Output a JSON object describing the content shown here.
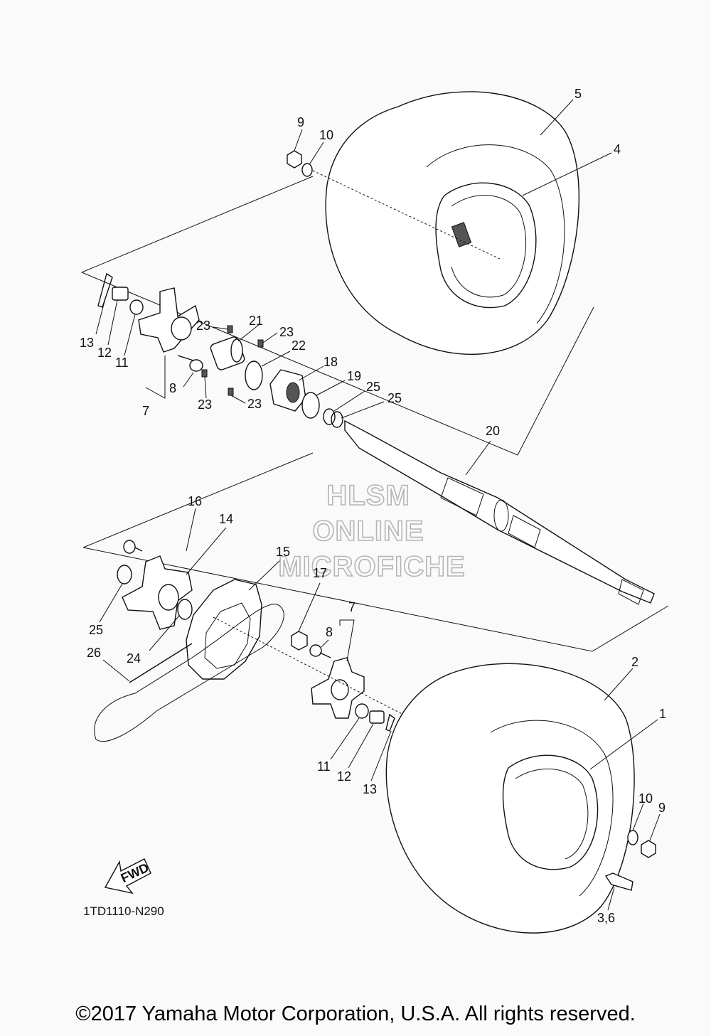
{
  "labels": {
    "p1": "1",
    "p2": "2",
    "p3_6": "3,6",
    "p4": "4",
    "p5": "5",
    "p7a": "7",
    "p7b": "7",
    "p8a": "8",
    "p8b": "8",
    "p9a": "9",
    "p9b": "9",
    "p10a": "10",
    "p10b": "10",
    "p11a": "11",
    "p11b": "11",
    "p12a": "12",
    "p12b": "12",
    "p13a": "13",
    "p13b": "13",
    "p14": "14",
    "p15": "15",
    "p16": "16",
    "p17": "17",
    "p18": "18",
    "p19": "19",
    "p20": "20",
    "p21": "21",
    "p22": "22",
    "p23a": "23",
    "p23b": "23",
    "p23c": "23",
    "p23d": "23",
    "p24": "24",
    "p25a": "25",
    "p25b": "25",
    "p25c": "25",
    "p26": "26"
  },
  "fwd_label": "FWD",
  "diagram_code": "1TD1110-N290",
  "watermark": {
    "line1": "HLSM",
    "line2": "ONLINE",
    "line3": "MICROFICHE"
  },
  "copyright": "©2017 Yamaha Motor Corporation, U.S.A. All rights reserved."
}
